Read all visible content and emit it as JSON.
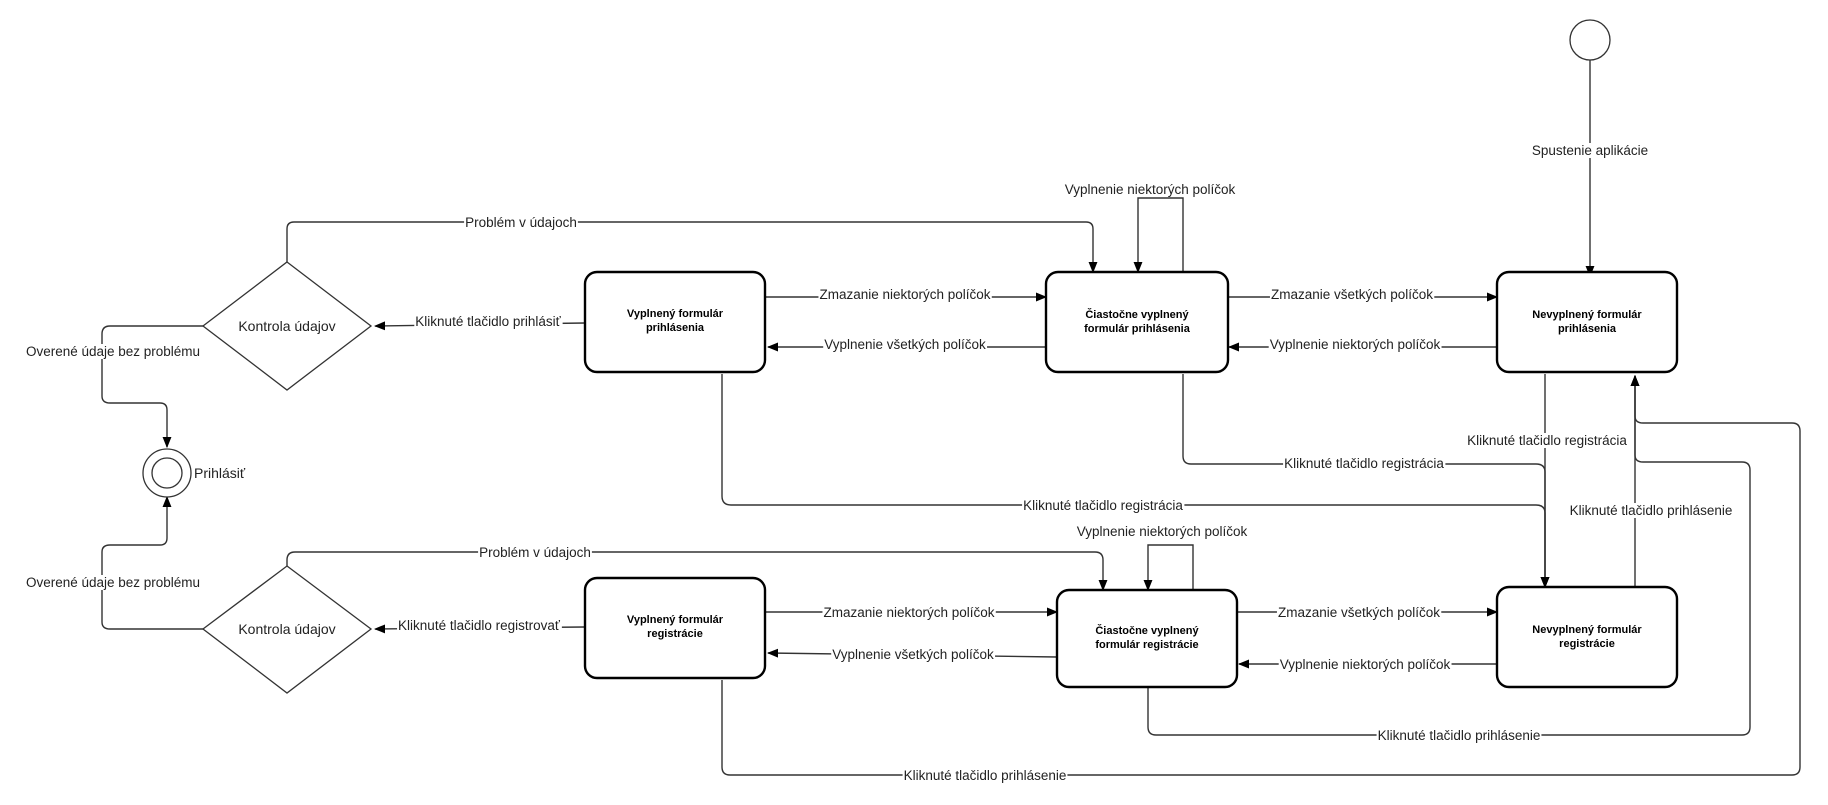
{
  "nodes": {
    "start": {
      "label": ""
    },
    "end": {
      "label": "Prihlásiť"
    },
    "login_check": {
      "label": "Kontrola údajov"
    },
    "reg_check": {
      "label": "Kontrola údajov"
    },
    "login_filled": {
      "line1": "Vyplnený formulár",
      "line2": "prihlásenia"
    },
    "login_partial": {
      "line1": "Čiastočne vyplnený",
      "line2": "formulár prihlásenia"
    },
    "login_empty": {
      "line1": "Nevyplnený formulár",
      "line2": "prihlásenia"
    },
    "reg_filled": {
      "line1": "Vyplnený formulár",
      "line2": "registrácie"
    },
    "reg_partial": {
      "line1": "Čiastočne vyplnený",
      "line2": "formulár registrácie"
    },
    "reg_empty": {
      "line1": "Nevyplnený formulár",
      "line2": "registrácie"
    }
  },
  "edges": {
    "start_app": "Spustenie aplikácie",
    "login_problem": "Problém v údajoch",
    "login_verified": "Overené údaje bez problému",
    "click_login": "Kliknuté tlačidlo prihlásiť",
    "login_delete_some": "Zmazanie niektorých políčok",
    "login_fill_all": "Vyplnenie všetkých políčok",
    "login_self_fill": "Vyplnenie niektorých políčok",
    "login_delete_all": "Zmazanie všetkých políčok",
    "login_fill_some": "Vyplnenie niektorých políčok",
    "empty_to_reg": "Kliknuté tlačidlo registrácia",
    "partial_to_reg": "Kliknuté tlačidlo registrácia",
    "filled_to_reg": "Kliknuté tlačidlo registrácia",
    "reg_empty_to_login": "Kliknuté tlačidlo prihlásenie",
    "reg_problem": "Problém v údajoch",
    "reg_verified": "Overené údaje bez problému",
    "click_register": "Kliknuté tlačidlo registrovať",
    "reg_delete_some": "Zmazanie niektorých políčok",
    "reg_fill_all": "Vyplnenie všetkých políčok",
    "reg_self_fill": "Vyplnenie niektorých políčok",
    "reg_delete_all": "Zmazanie všetkých políčok",
    "reg_fill_some": "Vyplnenie niektorých políčok",
    "reg_partial_to_login": "Kliknuté tlačidlo prihlásenie",
    "reg_filled_to_login": "Kliknuté tlačidlo prihlásenie"
  }
}
